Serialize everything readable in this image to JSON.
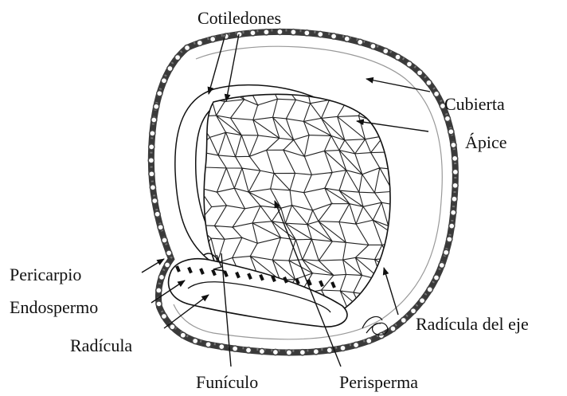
{
  "diagram": {
    "labels": {
      "cotiledones": "Cotiledones",
      "cubierta": "Cubierta",
      "apice": "Ápice",
      "pericarpio": "Pericarpio",
      "endospermo": "Endospermo",
      "radicula": "Radícula",
      "radicula_eje": "Radícula del eje",
      "funiculo": "Funículo",
      "perisperma": "Perisperma"
    },
    "colors": {
      "ink": "#111111",
      "coat": "#3a3a3a",
      "background": "#ffffff"
    }
  }
}
